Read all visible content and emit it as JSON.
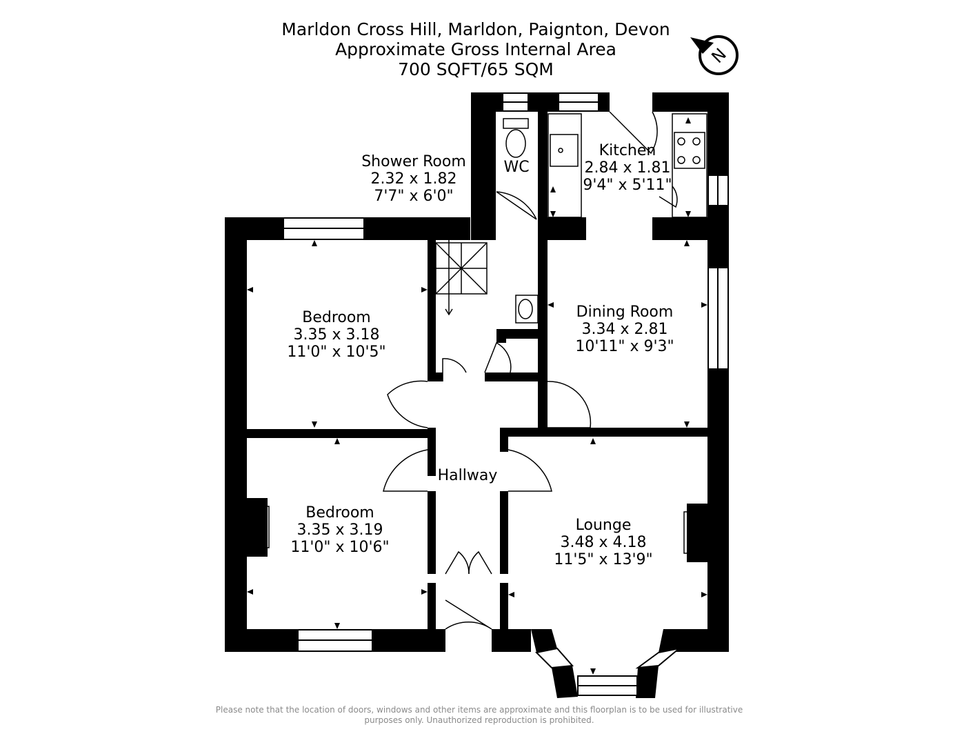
{
  "header": {
    "address": "Marldon Cross Hill, Marldon, Paignton, Devon",
    "area_title": "Approximate Gross Internal Area",
    "area_value": "700 SQFT/65 SQM"
  },
  "compass": {
    "letter": "N",
    "icon": "compass-north-icon"
  },
  "rooms": {
    "shower_room": {
      "name": "Shower Room",
      "metric": "2.32 x 1.82",
      "imperial": "7'7\" x 6'0\""
    },
    "wc": {
      "name": "WC"
    },
    "kitchen": {
      "name": "Kitchen",
      "metric": "2.84 x 1.81",
      "imperial": "9'4\" x 5'11\""
    },
    "bedroom_1": {
      "name": "Bedroom",
      "metric": "3.35 x 3.18",
      "imperial": "11'0\" x 10'5\""
    },
    "dining_room": {
      "name": "Dining Room",
      "metric": "3.34 x 2.81",
      "imperial": "10'11\" x 9'3\""
    },
    "hallway": {
      "name": "Hallway"
    },
    "bedroom_2": {
      "name": "Bedroom",
      "metric": "3.35 x 3.19",
      "imperial": "11'0\" x 10'6\""
    },
    "lounge": {
      "name": "Lounge",
      "metric": "3.48 x 4.18",
      "imperial": "11'5\" x 13'9\""
    }
  },
  "disclaimer": {
    "line1": "Please note that the location of doors, windows and other items are approximate and this floorplan is to be used for illustrative",
    "line2": "purposes only. Unauthorized reproduction is prohibited."
  },
  "colors": {
    "wall": "#000000",
    "background": "#ffffff",
    "disclaimer": "#8a8a8a"
  }
}
